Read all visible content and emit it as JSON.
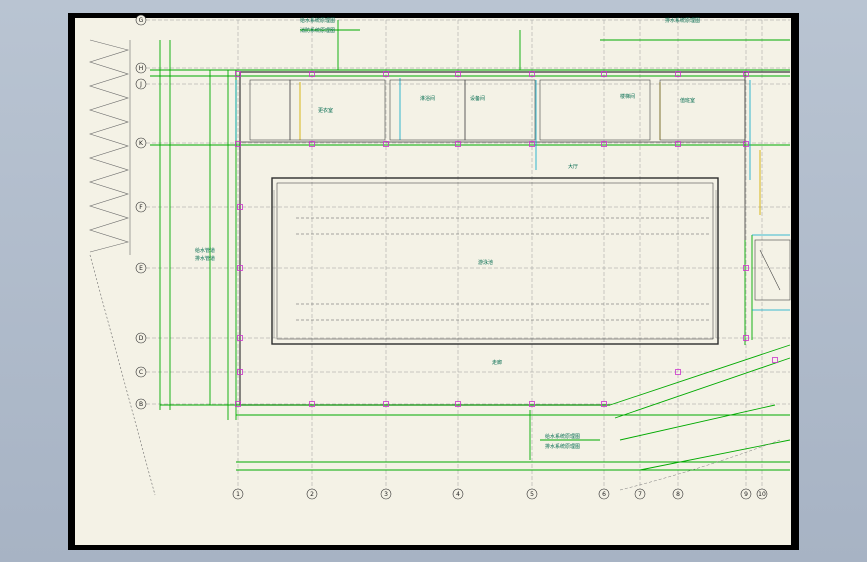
{
  "drawing": {
    "row_axes": [
      "G",
      "H",
      "J",
      "K",
      "F",
      "E",
      "D",
      "C",
      "B"
    ],
    "col_axes": [
      "1",
      "2",
      "3",
      "4",
      "5",
      "6",
      "7",
      "8",
      "9",
      "10"
    ],
    "labels": {
      "pool": "游泳池",
      "corridor": "走廊",
      "hall": "大厅",
      "stair": "楼梯间",
      "note_top_1": "给水系统原理图",
      "note_top_2": "消防系统原理图",
      "note_top_3": "排水系统原理图",
      "note_bottom_1": "给水系统原理图",
      "note_bottom_2": "排水系统原理图",
      "pipe_label": "给水管道",
      "drain_label": "排水管道",
      "room_1": "更衣室",
      "room_2": "淋浴间",
      "room_3": "设备间",
      "room_4": "值班室"
    },
    "colors": {
      "line": "#009933",
      "wall": "#3a3a3a",
      "pipe": "#00aa00",
      "cyan": "#00a6c8",
      "magenta": "#cc33cc",
      "yellow": "#d4b000",
      "grid": "#9a9a9a"
    }
  }
}
